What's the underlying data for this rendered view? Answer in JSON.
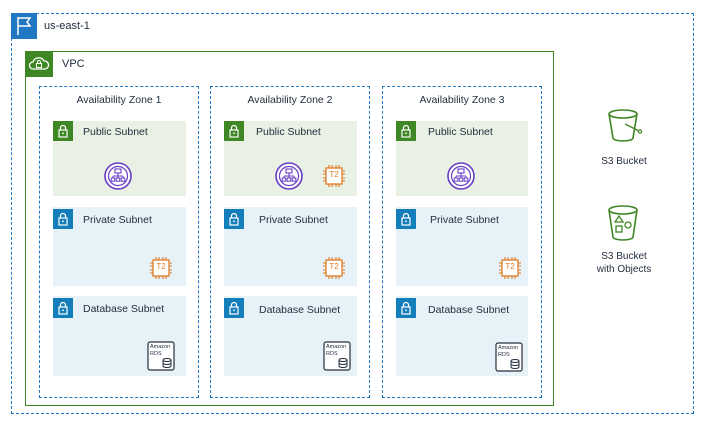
{
  "region": {
    "label": "us-east-1",
    "icon": "flag-icon",
    "color": "#1f78c1"
  },
  "vpc": {
    "label": "VPC",
    "icon": "cloud-lock-icon",
    "color": "#3f8624"
  },
  "zones": [
    {
      "label": "Availability Zone 1",
      "public": {
        "label": "Public Subnet",
        "resources": [
          "load-balancer"
        ]
      },
      "private": {
        "label": "Private Subnet",
        "resources": [
          "t2-instance"
        ]
      },
      "database": {
        "label": "Database Subnet",
        "resources": [
          "rds"
        ]
      }
    },
    {
      "label": "Availability Zone 2",
      "public": {
        "label": "Public Subnet",
        "resources": [
          "load-balancer",
          "t2-instance"
        ]
      },
      "private": {
        "label": "Private Subnet",
        "resources": [
          "t2-instance"
        ]
      },
      "database": {
        "label": "Database Subnet",
        "resources": [
          "rds"
        ]
      }
    },
    {
      "label": "Availability Zone 3",
      "public": {
        "label": "Public Subnet",
        "resources": [
          "load-balancer"
        ]
      },
      "private": {
        "label": "Private Subnet",
        "resources": [
          "t2-instance"
        ]
      },
      "database": {
        "label": "Database Subnet",
        "resources": [
          "rds"
        ]
      }
    }
  ],
  "icons": {
    "t2_text": "T2",
    "rds_line1": "Amazon",
    "rds_line2": "RDS"
  },
  "buckets": [
    {
      "label": "S3 Bucket"
    },
    {
      "label_line1": "S3 Bucket",
      "label_line2": "with Objects"
    }
  ],
  "colors": {
    "public_subnet_bg": "#e8f1e3",
    "private_subnet_bg": "#e6f2f8",
    "ec2_orange": "#e07b26",
    "elb_purple": "#693cc5",
    "s3_green": "#3f8624"
  }
}
